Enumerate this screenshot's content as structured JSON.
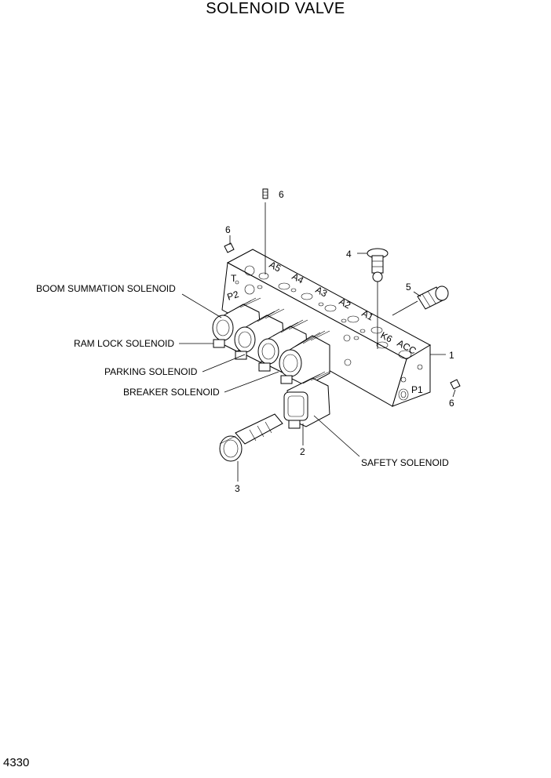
{
  "title": "SOLENOID VALVE",
  "page_number": "4330",
  "callouts": {
    "boom_summation": "BOOM SUMMATION SOLENOID",
    "ram_lock": "RAM LOCK SOLENOID",
    "parking": "PARKING SOLENOID",
    "breaker": "BREAKER SOLENOID",
    "safety": "SAFETY SOLENOID"
  },
  "part_numbers": {
    "p1": "1",
    "p2": "2",
    "p3": "3",
    "p4": "4",
    "p5": "5",
    "p6_top": "6",
    "p6_left": "6",
    "p6_right": "6"
  },
  "ports": {
    "t": "T",
    "p2": "P2",
    "a5": "A5",
    "a4": "A4",
    "a3": "A3",
    "a2": "A2",
    "a1": "A1",
    "k6": "K6",
    "acc": "ACC",
    "p1": "P1"
  }
}
